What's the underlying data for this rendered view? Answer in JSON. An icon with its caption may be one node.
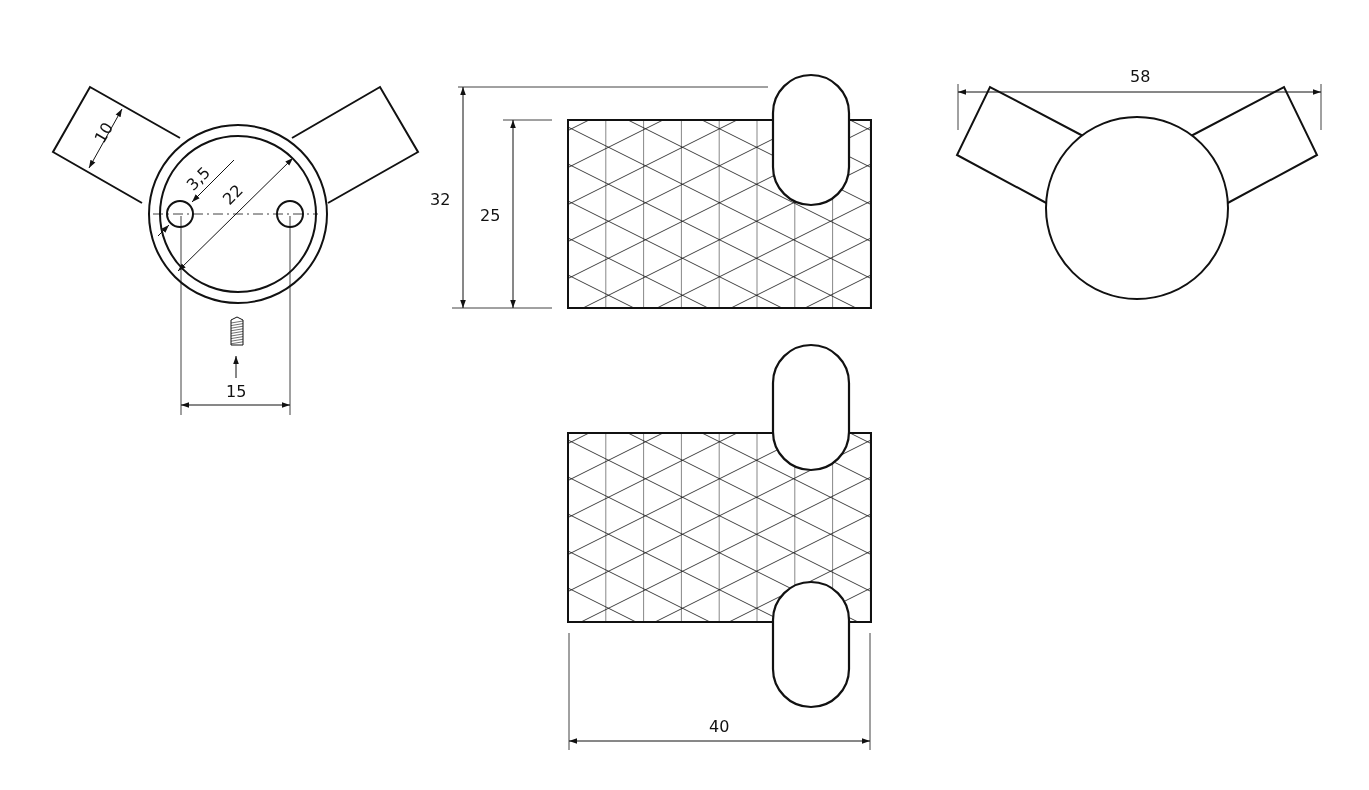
{
  "diagram": {
    "labels": [
      "10",
      "3,5",
      "22",
      "15",
      "32",
      "25",
      "58",
      "40"
    ]
  }
}
